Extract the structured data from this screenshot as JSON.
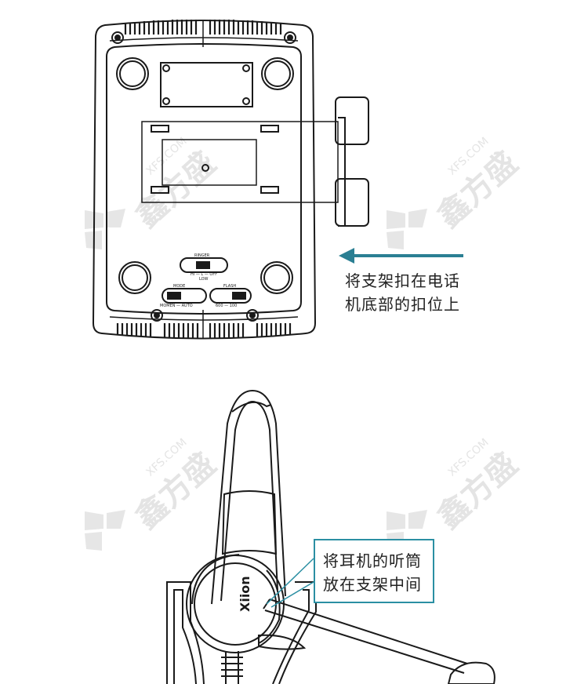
{
  "colors": {
    "line": "#1a1a1a",
    "accent": "#2b7f93",
    "watermark": "#d0d0d0",
    "callout_border": "#2b8fa3"
  },
  "top_panel": {
    "caption_line1": "将支架扣在电话",
    "caption_line2": "机底部的扣位上",
    "switch_labels": {
      "ringer": "RINGER",
      "ringer_options": "HI — L — OFF",
      "ringer_low": "LOW",
      "mode": "MODE",
      "mode_options": "MOMEN — AUTO",
      "flash": "FLASH",
      "flash_options": "600 — 100"
    }
  },
  "bottom_panel": {
    "caption_line1": "将耳机的听筒",
    "caption_line2": "放在支架中间",
    "brand": "Xiion"
  },
  "watermark": {
    "text": "鑫方盛",
    "url": "XFS.COM"
  }
}
